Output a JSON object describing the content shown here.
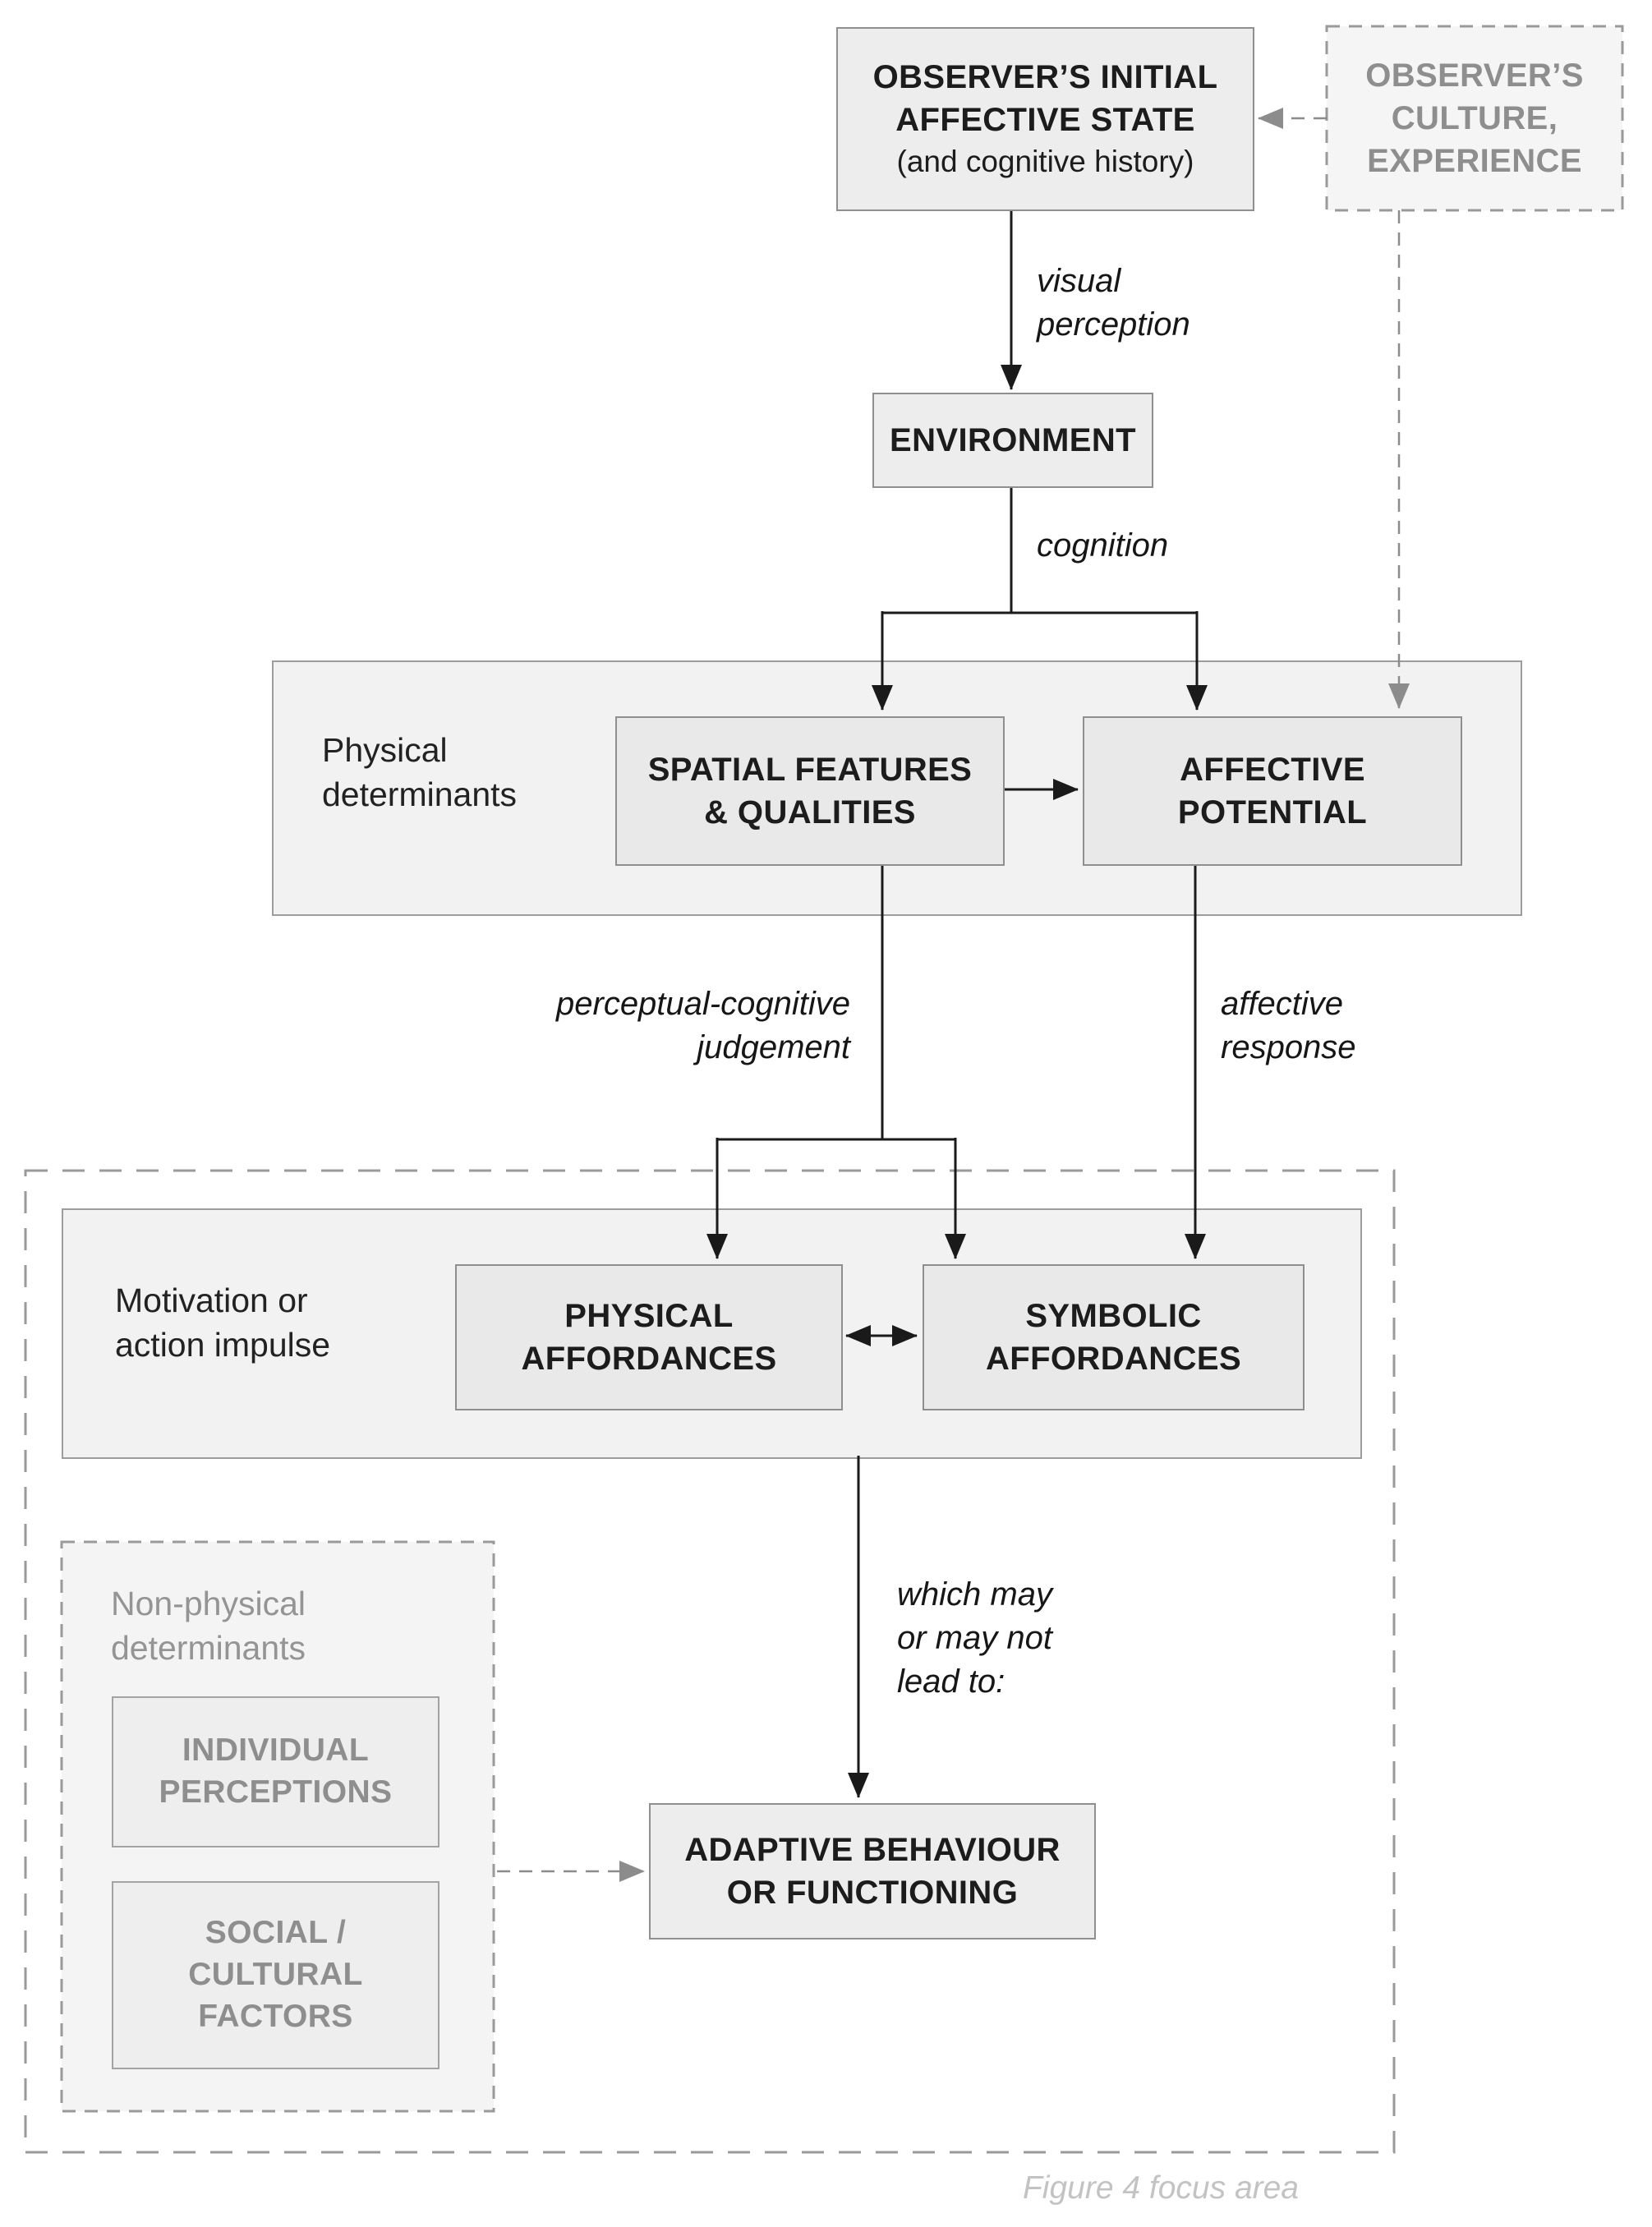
{
  "nodes": {
    "observer_initial": [
      "OBSERVER’S INITIAL",
      "AFFECTIVE STATE",
      "(and cognitive history)"
    ],
    "culture": [
      "OBSERVER’S",
      "CULTURE,",
      "EXPERIENCE"
    ],
    "environment": "ENVIRONMENT",
    "spatial": [
      "SPATIAL FEATURES",
      "& QUALITIES"
    ],
    "affective": [
      "AFFECTIVE",
      "POTENTIAL"
    ],
    "physical_affordances": [
      "PHYSICAL",
      "AFFORDANCES"
    ],
    "symbolic_affordances": [
      "SYMBOLIC",
      "AFFORDANCES"
    ],
    "individual_perceptions": [
      "INDIVIDUAL",
      "PERCEPTIONS"
    ],
    "social_cultural": [
      "SOCIAL /",
      "CULTURAL",
      "FACTORS"
    ],
    "adaptive": [
      "ADAPTIVE BEHAVIOUR",
      "OR FUNCTIONING"
    ]
  },
  "containers": {
    "physical": [
      "Physical",
      "determinants"
    ],
    "motivation": [
      "Motivation or",
      "action impulse"
    ],
    "nonphysical": [
      "Non-physical",
      "determinants"
    ]
  },
  "edge_labels": {
    "visual_perception": [
      "visual",
      "perception"
    ],
    "cognition": "cognition",
    "judgement": [
      "perceptual-cognitive",
      "judgement"
    ],
    "affective_response": [
      "affective",
      "response"
    ],
    "lead": [
      "which may",
      "or may not",
      "lead to:"
    ]
  },
  "caption": "Figure 4 focus area",
  "colors": {
    "background": "#ffffff",
    "box_fill": "#ededed",
    "box_border": "#8f8f8f",
    "inner_box_fill": "#e9e9e9",
    "panel_fill": "#f2f2f2",
    "panel_border": "#9c9c9c",
    "dashed_fill": "#f5f5f5",
    "dashed_border": "#9a9a9a",
    "line_black": "#1a1a1a",
    "line_gray": "#8c8c8c",
    "dark_text": "#1c1c1c",
    "muted_text": "#8e8e8e",
    "caption_text": "#c3c3c3"
  }
}
